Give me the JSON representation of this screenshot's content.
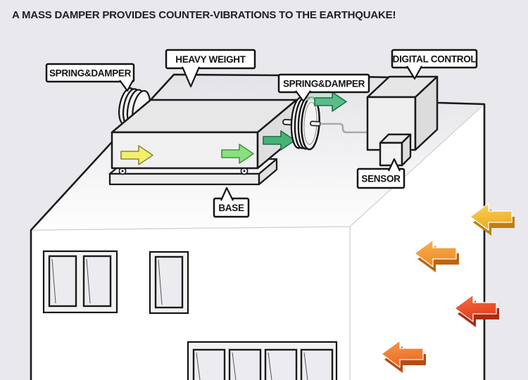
{
  "title": "A MASS DAMPER PROVIDES COUNTER-VIBRATIONS TO THE EARTHQUAKE!",
  "diagram": {
    "labels": {
      "spring_damper_left": "SPRING&DAMPER",
      "heavy_weight": "HEAVY WEIGHT",
      "spring_damper_right": "SPRING&DAMPER",
      "digital_control": "DIGITAL CONTROL",
      "sensor": "SENSOR",
      "base": "BASE"
    },
    "colors": {
      "background": "#e9e8ed",
      "wall": "#ffffff",
      "roof_top": "#e2e2e7",
      "roof_front": "#ffffff",
      "outline": "#1a1a1a",
      "fold_line": "#cfcfd6",
      "wire": "#a9a9ab",
      "label_bg": "#ffffff",
      "label_border": "#141414",
      "title_color": "#202024",
      "box_front": "#f0f0f0",
      "box_top": "#e7e7e7",
      "box_right": "#dedede",
      "glass": "#ececf0"
    },
    "damper_arrows": [
      {
        "name": "weight-arrow-yellow",
        "fill": "#f3ef6d",
        "stroke": "#8a8a35"
      },
      {
        "name": "weight-arrow-lightgreen",
        "fill": "#8bdf7d",
        "stroke": "#3f9444"
      },
      {
        "name": "transfer-arrow-green",
        "fill": "#47b377",
        "stroke": "#1f6e44"
      },
      {
        "name": "spring-arrow-green",
        "fill": "#58bd88",
        "stroke": "#1f6e44"
      },
      {
        "name": "spring-arrow-ghost",
        "fill": "#b9e3cb",
        "stroke": "none"
      }
    ],
    "quake_arrows": [
      {
        "light": "#f8d456",
        "main": "#eea927",
        "dark": "#c07f12"
      },
      {
        "light": "#f6b24e",
        "main": "#ee8c2b",
        "dark": "#bd6410"
      },
      {
        "light": "#f2703f",
        "main": "#e23c1e",
        "dark": "#a92c10"
      },
      {
        "light": "#f59a4a",
        "main": "#ec6a26",
        "dark": "#b94a10"
      }
    ]
  }
}
